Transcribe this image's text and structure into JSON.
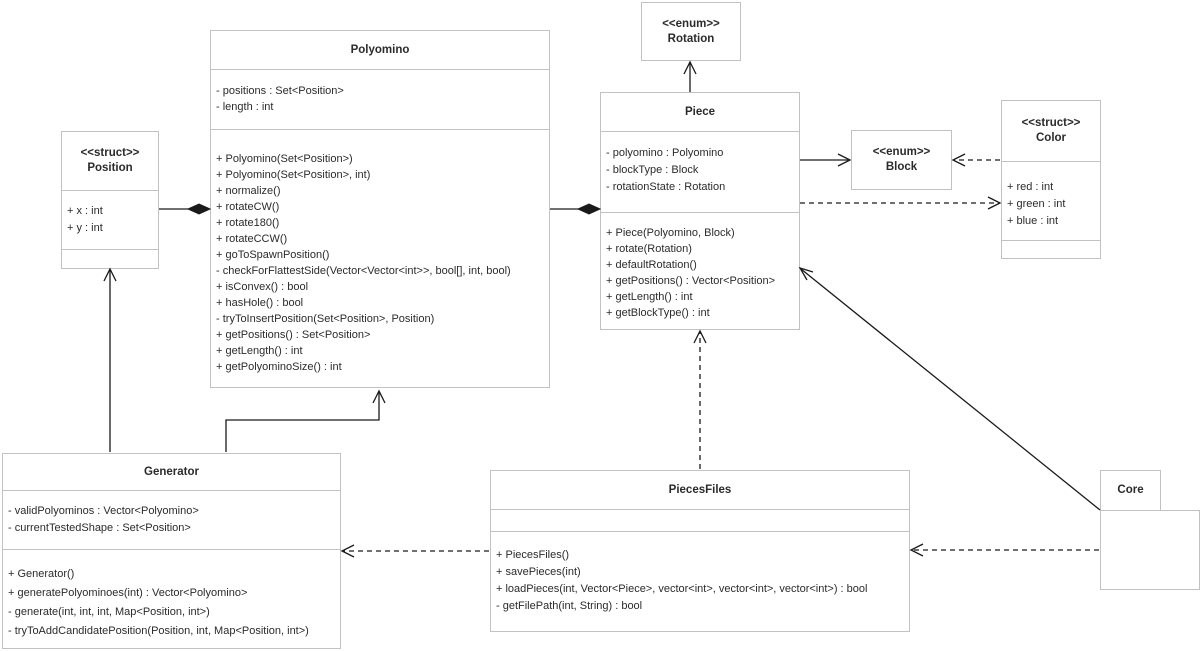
{
  "diagram": {
    "classes": {
      "polyomino": {
        "title": "Polyomino",
        "attributes": [
          "- positions : Set<Position>",
          "- length : int"
        ],
        "methods": [
          "+ Polyomino(Set<Position>)",
          "+ Polyomino(Set<Position>, int)",
          "+ normalize()",
          "+ rotateCW()",
          "+ rotate180()",
          "+ rotateCCW()",
          "+ goToSpawnPosition()",
          "- checkForFlattestSide(Vector<Vector<int>>, bool[], int, bool)",
          "+ isConvex() : bool",
          "+ hasHole() : bool",
          "- tryToInsertPosition(Set<Position>, Position)",
          "+ getPositions() : Set<Position>",
          "+ getLength() : int",
          "+ getPolyominoSize() : int"
        ]
      },
      "rotation": {
        "stereotype": "<<enum>>",
        "title": "Rotation"
      },
      "piece": {
        "title": "Piece",
        "attributes": [
          "- polyomino : Polyomino",
          "- blockType : Block",
          "- rotationState : Rotation"
        ],
        "methods": [
          "+ Piece(Polyomino, Block)",
          "+ rotate(Rotation)",
          "+ defaultRotation()",
          "+ getPositions() : Vector<Position>",
          "+ getLength() : int",
          "+ getBlockType() : int"
        ]
      },
      "block": {
        "stereotype": "<<enum>>",
        "title": "Block"
      },
      "color": {
        "stereotype": "<<struct>>",
        "title": "Color",
        "attributes": [
          "+ red : int",
          "+ green : int",
          "+ blue : int"
        ]
      },
      "position": {
        "stereotype": "<<struct>>",
        "title": "Position",
        "attributes": [
          "+ x : int",
          "+ y : int"
        ]
      },
      "generator": {
        "title": "Generator",
        "attributes": [
          "- validPolyominos : Vector<Polyomino>",
          "- currentTestedShape : Set<Position>"
        ],
        "methods": [
          "+ Generator()",
          "+ generatePolyominoes(int) : Vector<Polyomino>",
          "- generate(int, int, int, Map<Position, int>)",
          "- tryToAddCandidatePosition(Position, int, Map<Position, int>)"
        ]
      },
      "piecesfiles": {
        "title": "PiecesFiles",
        "attributes": [],
        "methods": [
          "+ PiecesFiles()",
          "+ savePieces(int)",
          "+ loadPieces(int, Vector<Piece>, vector<int>, vector<int>, vector<int>) : bool",
          "- getFilePath(int, String) : bool"
        ]
      },
      "core": {
        "title": "Core"
      }
    },
    "relations": [
      {
        "from": "Polyomino",
        "to": "Position",
        "type": "composition"
      },
      {
        "from": "Piece",
        "to": "Polyomino",
        "type": "composition"
      },
      {
        "from": "Piece",
        "to": "Rotation",
        "type": "association"
      },
      {
        "from": "Piece",
        "to": "Block",
        "type": "association"
      },
      {
        "from": "Color",
        "to": "Block",
        "type": "dependency"
      },
      {
        "from": "Piece",
        "to": "Color",
        "type": "dependency"
      },
      {
        "from": "PiecesFiles",
        "to": "Piece",
        "type": "dependency"
      },
      {
        "from": "Core",
        "to": "Piece",
        "type": "association"
      },
      {
        "from": "Core",
        "to": "PiecesFiles",
        "type": "dependency"
      },
      {
        "from": "PiecesFiles",
        "to": "Generator",
        "type": "dependency"
      },
      {
        "from": "Generator",
        "to": "Position",
        "type": "association"
      },
      {
        "from": "Generator",
        "to": "Polyomino",
        "type": "association"
      }
    ],
    "colors": {
      "background": "#ffffff",
      "box_border": "#c2c2c2",
      "line": "#1a1a1a",
      "text": "#2b2b2b"
    }
  }
}
